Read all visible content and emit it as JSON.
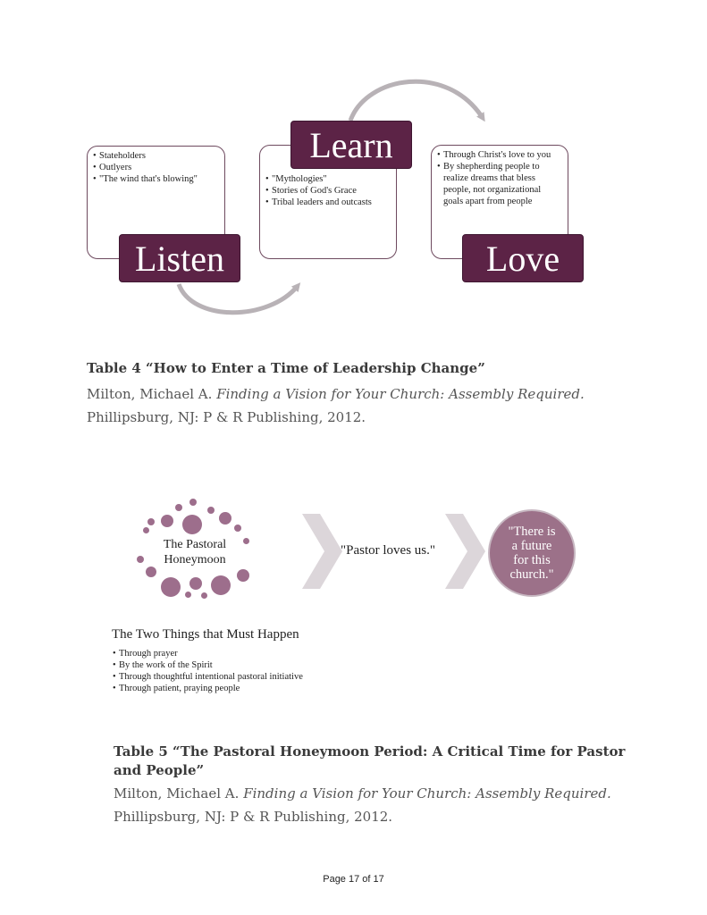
{
  "diagram1": {
    "listen": {
      "label": "Listen",
      "items": [
        "Stateholders",
        "Outlyers",
        "\"The wind that's blowing\""
      ]
    },
    "learn": {
      "label": "Learn",
      "items": [
        "\"Mythologies\"",
        "Stories of God's Grace",
        "Tribal leaders and outcasts"
      ]
    },
    "love": {
      "label": "Love",
      "items": [
        "Through Christ's love to you",
        "By shepherding people to realize dreams that bless people, not organizational goals apart from people"
      ]
    }
  },
  "caption1": {
    "title": "Table 4 “How to Enter a Time of Leadership Change”",
    "author": "Milton, Michael A. ",
    "book": "Finding a Vision for Your Church: Assembly Required.",
    "publisher": "Phillipsburg, NJ: P & R Publishing, 2012."
  },
  "diagram2": {
    "circle_label_1": "The Pastoral",
    "circle_label_2": "Honeymoon",
    "step2": "\"Pastor loves us.\"",
    "step3_lines": [
      "\"There is",
      "a future",
      "for this",
      "church.\""
    ],
    "list_title": "The Two Things that Must Happen",
    "items": [
      "Through prayer",
      "By the work of the Spirit",
      "Through thoughtful intentional pastoral initiative",
      "Through patient, praying people"
    ],
    "colors": {
      "dots": "#9d6e8c",
      "chevron": "#dcd6da",
      "circle": "#9c7189"
    }
  },
  "caption2": {
    "title_line1": "Table 5 “The Pastoral Honeymoon Period: A Critical Time for Pastor",
    "title_line2": "and People”",
    "author": "Milton, Michael A. ",
    "book": "Finding a Vision for Your Church: Assembly Required.",
    "publisher": "Phillipsburg, NJ: P & R Publishing, 2012."
  },
  "footer": {
    "page": "Page 17 of 17"
  },
  "colors": {
    "tag_bg": "#5c2346",
    "card_border": "#6e4a5f",
    "arrow": "#b8b2b6"
  }
}
